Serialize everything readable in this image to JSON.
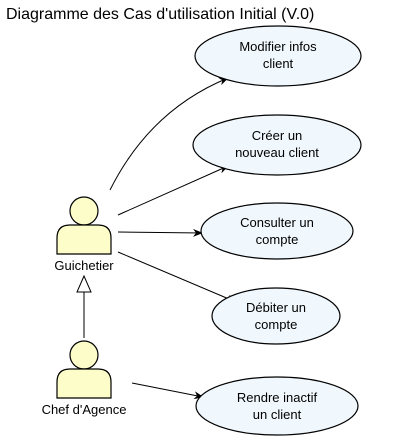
{
  "diagram": {
    "title": "Diagramme des Cas d'utilisation Initial (V.0)",
    "colors": {
      "usecase_fill": "#F1F8FD",
      "actor_fill": "#FDFDCA",
      "stroke": "#000000"
    },
    "actors": [
      {
        "id": "guichetier",
        "label": "Guichetier",
        "icon": "stick-figure-icon"
      },
      {
        "id": "chef",
        "label": "Chef d'Agence",
        "icon": "stick-figure-icon"
      }
    ],
    "use_cases": [
      {
        "id": "uc1",
        "lines": [
          "Modifier infos",
          "client"
        ]
      },
      {
        "id": "uc2",
        "lines": [
          "Créer un",
          "nouveau client"
        ]
      },
      {
        "id": "uc3",
        "lines": [
          "Consulter un",
          "compte"
        ]
      },
      {
        "id": "uc4",
        "lines": [
          "Débiter un",
          "compte"
        ]
      },
      {
        "id": "uc5",
        "lines": [
          "Rendre inactif",
          "un client"
        ]
      }
    ],
    "relations": [
      {
        "from": "guichetier",
        "to": "uc1",
        "kind": "association"
      },
      {
        "from": "guichetier",
        "to": "uc2",
        "kind": "association"
      },
      {
        "from": "guichetier",
        "to": "uc3",
        "kind": "association"
      },
      {
        "from": "guichetier",
        "to": "uc4",
        "kind": "association"
      },
      {
        "from": "chef",
        "to": "uc5",
        "kind": "association"
      },
      {
        "from": "chef",
        "to": "guichetier",
        "kind": "generalization"
      }
    ]
  }
}
